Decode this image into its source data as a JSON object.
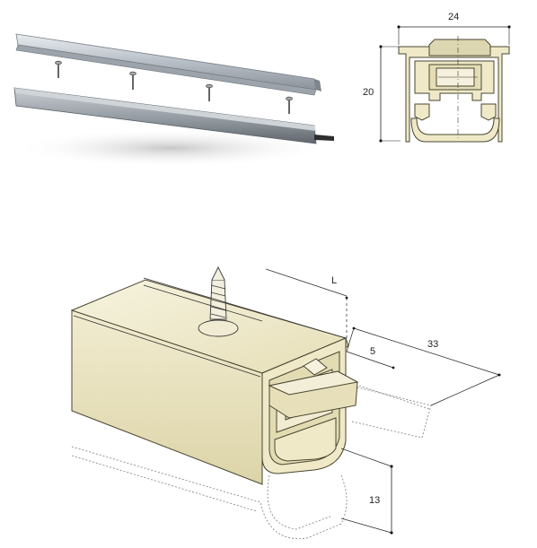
{
  "section_view": {
    "width_label": "24",
    "height_label": "20"
  },
  "iso_view": {
    "length_label": "L",
    "offset_label": "5",
    "extension_label": "33",
    "drop_label": "13"
  },
  "colors": {
    "profile_fill": "#efe9c8",
    "profile_stroke": "#4a4632",
    "rail_metal": "#b9bec4",
    "line": "#222222",
    "dashed": "#8a8a8a"
  }
}
